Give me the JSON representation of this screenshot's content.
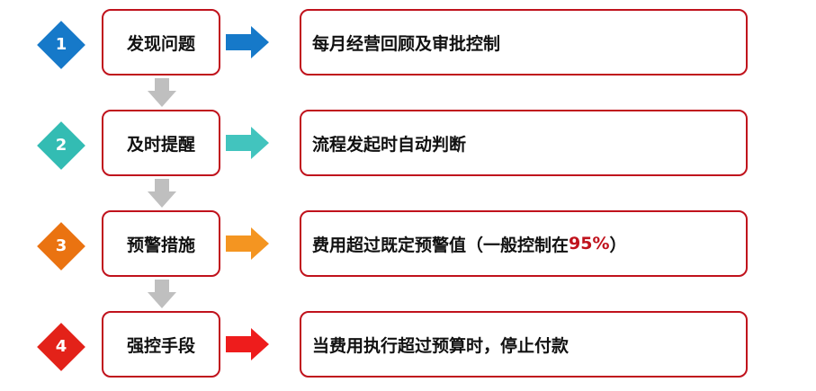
{
  "steps": [
    {
      "number": "1",
      "title": "发现问题",
      "description": "每月经营回顾及审批控制",
      "color": "#1679c9",
      "arrow_color": "#1679c9"
    },
    {
      "number": "2",
      "title": "及时提醒",
      "description": "流程发起时自动判断",
      "color": "#33bcb3",
      "arrow_color": "#42c4be"
    },
    {
      "number": "3",
      "title": "预警措施",
      "description_before": "费用超过既定预警值（一般控制在",
      "description_highlight": "95%",
      "description_after": "）",
      "color": "#ea7311",
      "arrow_color": "#f49521"
    },
    {
      "number": "4",
      "title": "强控手段",
      "description": "当费用执行超过预算时，停止付款",
      "color": "#e32219",
      "arrow_color": "#ee1c1c"
    }
  ],
  "colors": {
    "box_border": "#c0121c",
    "connector": "#bfbfbf",
    "highlight": "#c0121c"
  }
}
